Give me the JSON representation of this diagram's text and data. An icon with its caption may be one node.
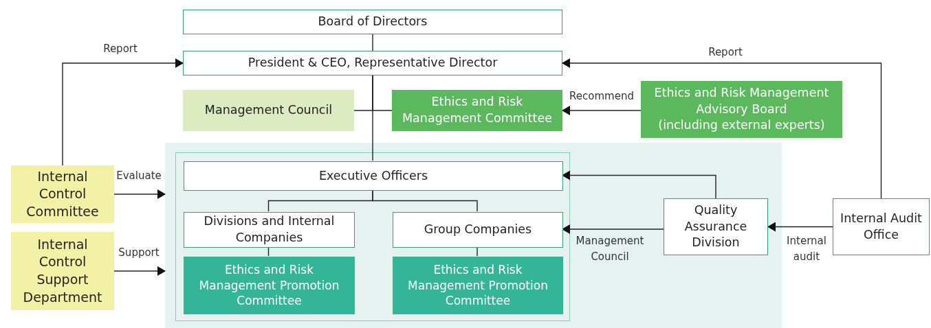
{
  "diagram": {
    "nodes": [
      {
        "text": [
          "Board of Directors"
        ]
      },
      {
        "text": [
          "President & CEO, Representative Director"
        ]
      },
      {
        "text": [
          "Management Council"
        ]
      },
      {
        "text": [
          "Ethics and Risk Management Committee"
        ]
      },
      {
        "text": [
          "Ethics and Risk Management Advisory Board",
          "(including external experts)"
        ]
      },
      {
        "text": [],
        "shape": "box"
      },
      {
        "text": [],
        "shape": "box",
        "in": 5
      },
      {
        "text": [
          "Executive Officers"
        ],
        "in": 6
      },
      {
        "text": [
          "Divisions and Internal Companies"
        ],
        "in": 6
      },
      {
        "text": [
          "Ethics and Risk Management Promotion Committee"
        ],
        "in": 6
      },
      {
        "text": [
          "Group Companies"
        ],
        "in": 6
      },
      {
        "text": [
          "Ethics and Risk Management Promotion Committee"
        ],
        "in": 6
      },
      {
        "text": [
          "Internal Control Committee"
        ]
      },
      {
        "text": [
          "Internal Control Support Department"
        ]
      },
      {
        "text": [
          "Quality Assurance Division"
        ],
        "in": 5
      },
      {
        "text": [
          "Internal Audit Office"
        ]
      }
    ],
    "edges": [
      {
        "from": 0,
        "to": 1,
        "arrow": "none"
      },
      {
        "from": 1,
        "to": 7,
        "arrow": "none"
      },
      {
        "from": 1,
        "to": 2,
        "arrow": "none"
      },
      {
        "from": 1,
        "to": 3,
        "arrow": "none"
      },
      {
        "from": 4,
        "to": 3,
        "arrow": "to",
        "label": "Recommend"
      },
      {
        "from": 12,
        "to": 1,
        "arrow": "to",
        "label": "Report"
      },
      {
        "from": 12,
        "to": 5,
        "arrow": "to",
        "label": "Evaluate"
      },
      {
        "from": 13,
        "to": 5,
        "arrow": "to",
        "label": "Support"
      },
      {
        "from": 15,
        "to": 1,
        "arrow": "to",
        "label": "Report"
      },
      {
        "from": 15,
        "to": 14,
        "arrow": "to",
        "label": "Internal audit"
      },
      {
        "from": 14,
        "to": 7,
        "arrow": "to"
      },
      {
        "from": 14,
        "to": 10,
        "arrow": "to",
        "label": "Management Council"
      },
      {
        "from": 7,
        "to": 8,
        "arrow": "none"
      },
      {
        "from": 7,
        "to": 10,
        "arrow": "none"
      },
      {
        "from": 8,
        "to": 9,
        "arrow": "none"
      },
      {
        "from": 10,
        "to": 11,
        "arrow": "none"
      }
    ]
  }
}
